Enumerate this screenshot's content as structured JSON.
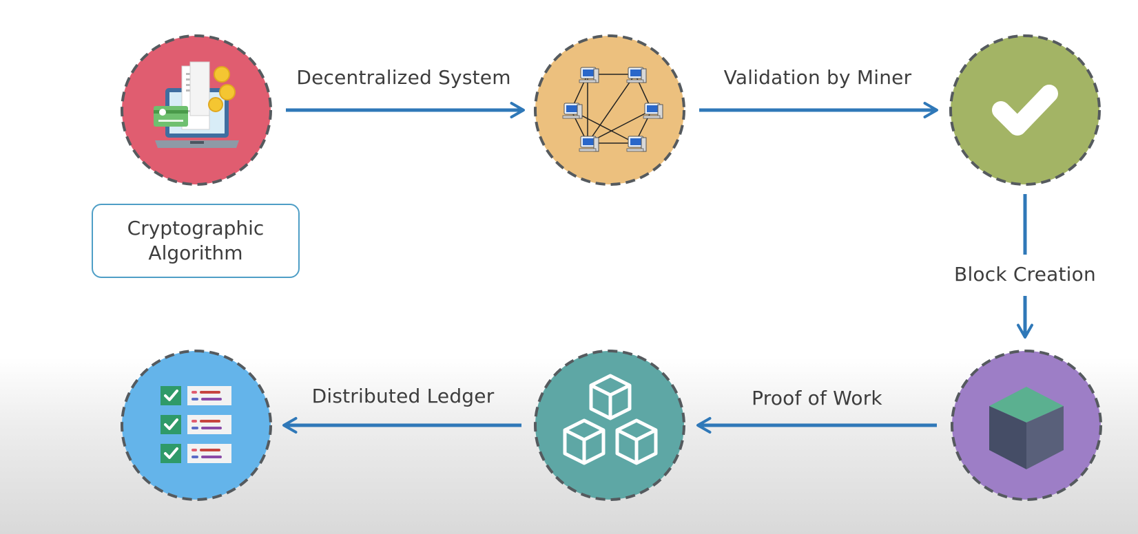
{
  "nodes": [
    {
      "id": "payment",
      "icon": "laptop-payment-icon",
      "color": "#e05d70"
    },
    {
      "id": "network",
      "icon": "computer-network-icon",
      "color": "#ecc07e"
    },
    {
      "id": "validation",
      "icon": "checkmark-icon",
      "color": "#a3b465"
    },
    {
      "id": "block",
      "icon": "cube-block-icon",
      "color": "#9d7ec6"
    },
    {
      "id": "blocks",
      "icon": "stacked-cubes-icon",
      "color": "#5ea7a5"
    },
    {
      "id": "ledger",
      "icon": "checklist-ledger-icon",
      "color": "#64b4ea"
    }
  ],
  "edges": [
    {
      "from": "payment",
      "to": "network",
      "label": "Decentralized System"
    },
    {
      "from": "network",
      "to": "validation",
      "label": "Validation by Miner"
    },
    {
      "from": "validation",
      "to": "block",
      "label": "Block Creation"
    },
    {
      "from": "block",
      "to": "blocks",
      "label": "Proof of Work"
    },
    {
      "from": "blocks",
      "to": "ledger",
      "label": "Distributed Ledger"
    }
  ],
  "algorithm_box": {
    "line1": "Cryptographic",
    "line2": "Algorithm"
  },
  "colors": {
    "arrow": "#2f78b8",
    "dashed_border": "#555a5e",
    "text": "#3d3d3d",
    "box_border": "#4e9ec6"
  }
}
